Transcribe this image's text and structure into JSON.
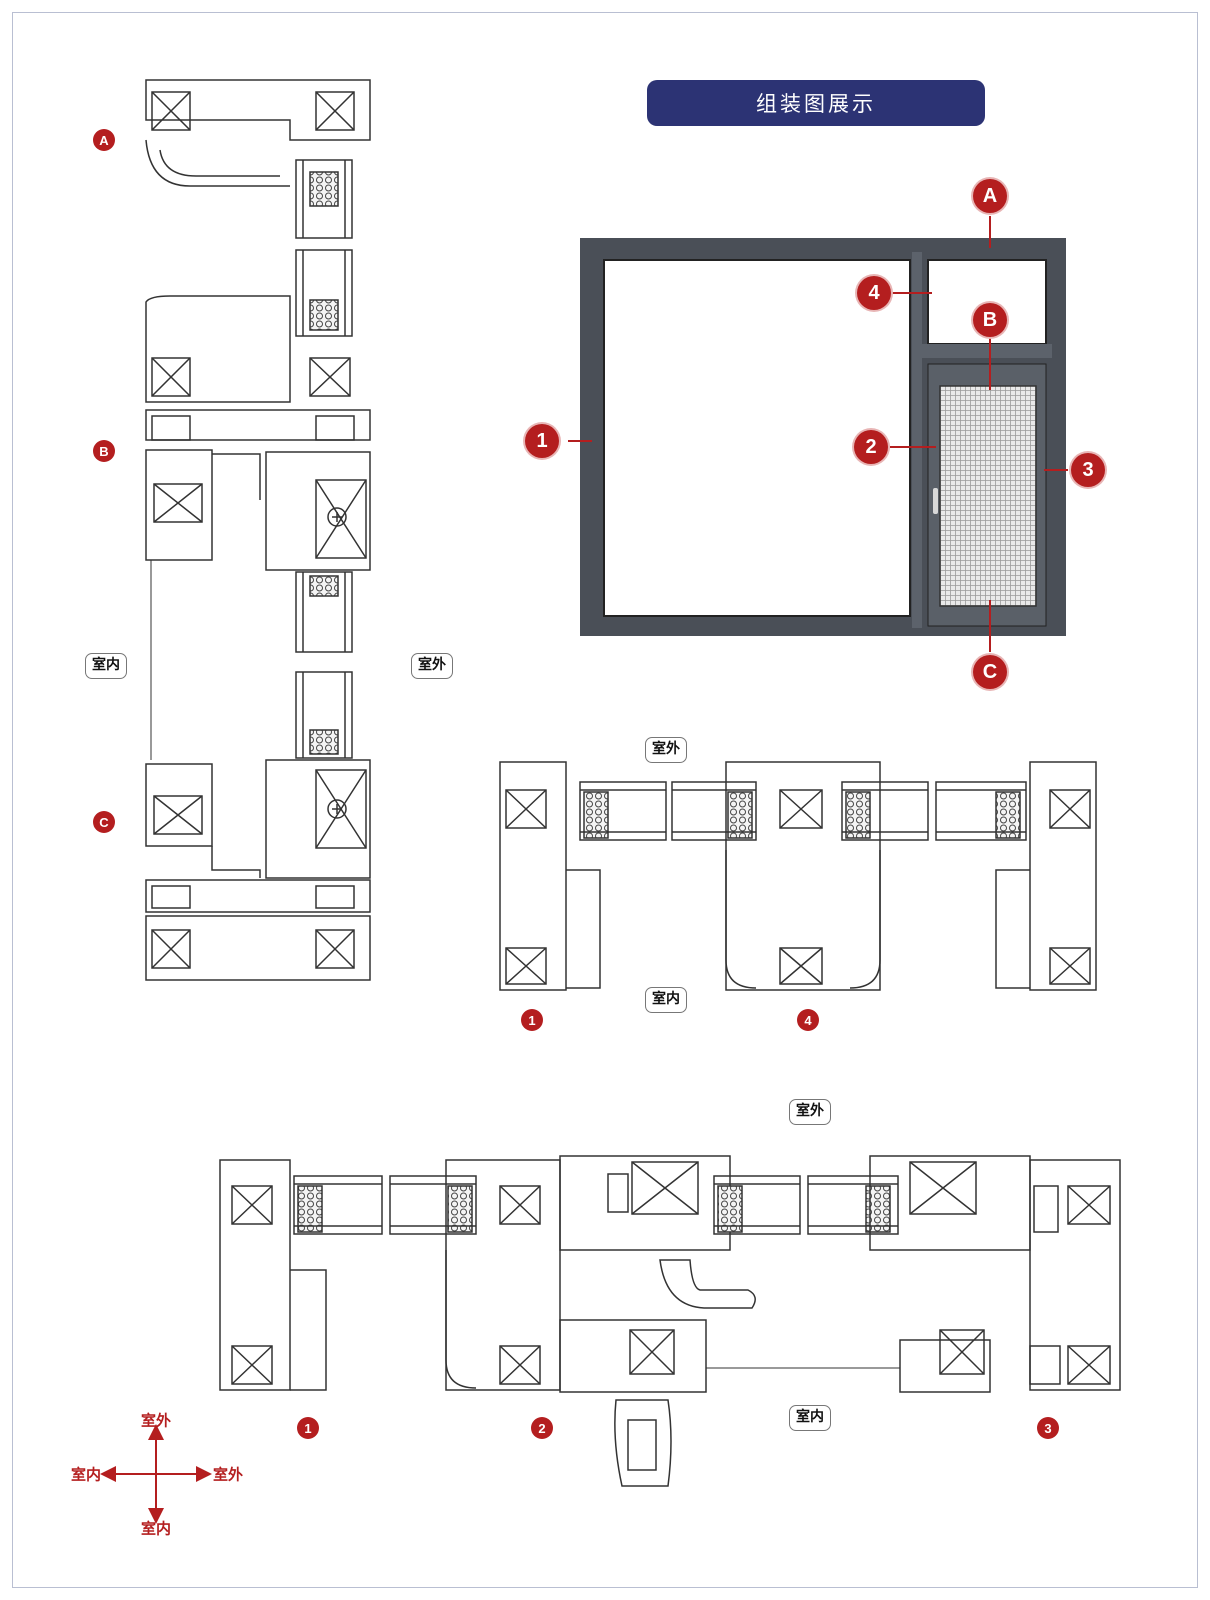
{
  "title": "组装图展示",
  "elevation_labels": {
    "top_A": "A",
    "transom_B": "B",
    "bottom_C": "C",
    "fixed_1": "1",
    "mullion_2": "2",
    "sash_3": "3",
    "transom_lite_4": "4"
  },
  "vertical_section": {
    "label_A": "A",
    "label_B": "B",
    "label_C": "C",
    "indoor": "室内",
    "outdoor": "室外"
  },
  "horizontal_section_1": {
    "outdoor": "室外",
    "indoor": "室内",
    "marker_left": "1",
    "marker_right": "4"
  },
  "horizontal_section_2": {
    "outdoor": "室外",
    "indoor": "室内",
    "marker_left": "1",
    "marker_mid": "2",
    "marker_right": "3"
  },
  "direction_legend": {
    "up": "室外",
    "down": "室内",
    "left": "室内",
    "right": "室外"
  },
  "colors": {
    "brand": "#2c3374",
    "marker": "#b41e1f",
    "frame": "#4a4f57",
    "line": "#333333"
  }
}
